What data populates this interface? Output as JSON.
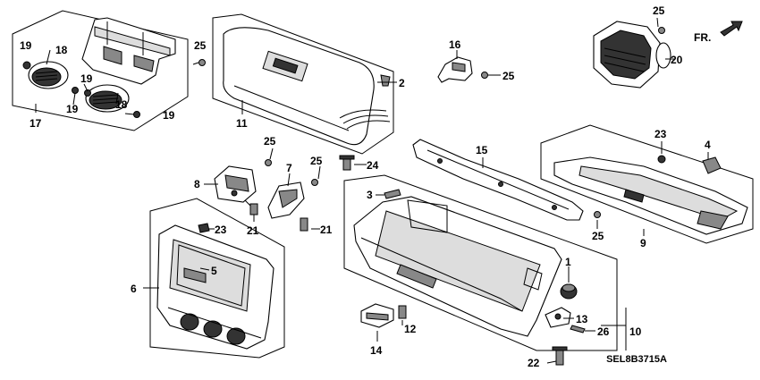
{
  "diagram_code": "SEL8B3715A",
  "direction_label": "FR.",
  "callouts": {
    "c1": "1",
    "c2": "2",
    "c3": "3",
    "c4": "4",
    "c5": "5",
    "c6": "6",
    "c7": "7",
    "c8": "8",
    "c9": "9",
    "c10": "10",
    "c11": "11",
    "c12": "12",
    "c13": "13",
    "c14": "14",
    "c15": "15",
    "c16": "16",
    "c17": "17",
    "c18": "18",
    "c19": "19",
    "c20": "20",
    "c21": "21",
    "c22": "22",
    "c23": "23",
    "c24": "24",
    "c25": "25",
    "c26": "26"
  }
}
